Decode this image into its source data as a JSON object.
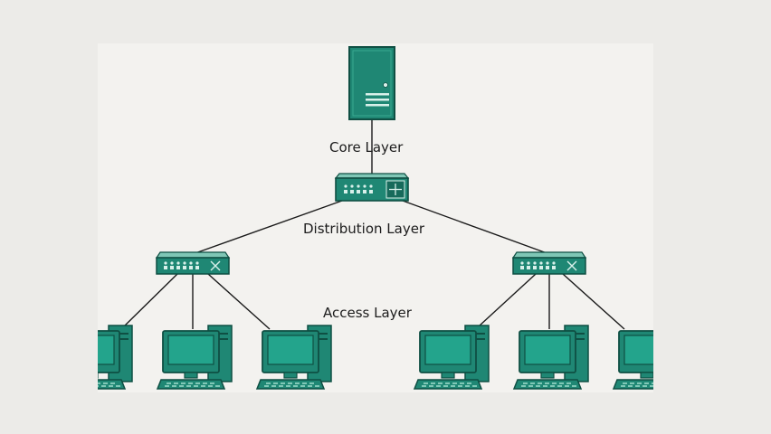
{
  "layers": {
    "core": "Core Layer",
    "distribution": "Distribution Layer",
    "access": "Access Layer"
  },
  "colors": {
    "device": "#1f8774",
    "device_dark": "#0f4f43",
    "device_light": "#7fc7b6",
    "screen": "#23a48c",
    "link": "#1a1a1a"
  },
  "icons": {
    "core": "server-icon",
    "distribution": "multilayer-switch-icon",
    "access": "switch-icon",
    "endpoint": "computer-icon"
  }
}
